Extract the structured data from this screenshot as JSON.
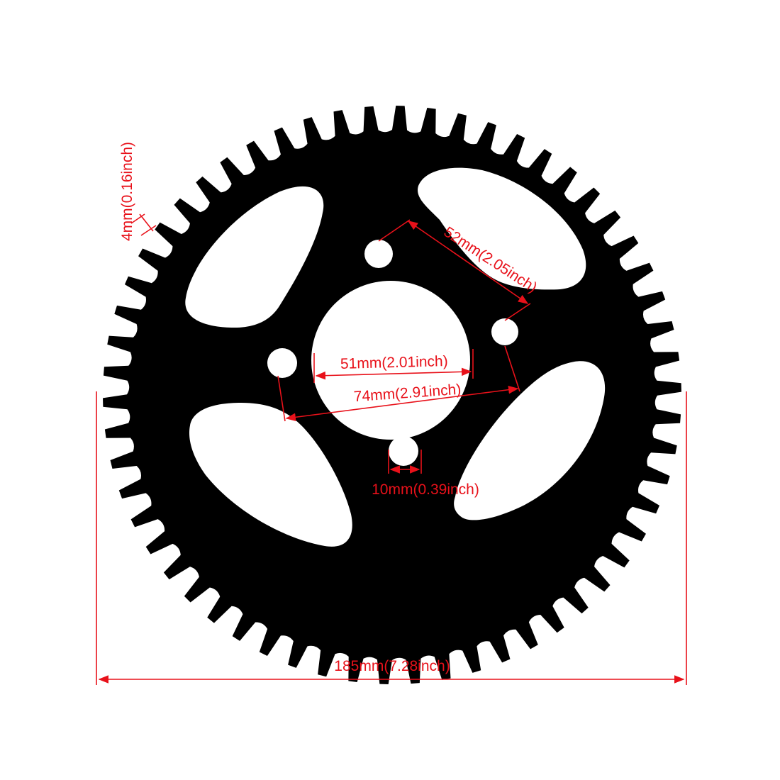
{
  "colors": {
    "background": "#ffffff",
    "sprocket": "#000000",
    "dimension": "#e8111a"
  },
  "sprocket": {
    "teeth": 58
  },
  "dimensions": {
    "tooth_thickness": "4mm(0.16inch)",
    "bolt_spacing": "52mm(2.05inch)",
    "center_bore": "51mm(2.01inch)",
    "bolt_circle": "74mm(2.91inch)",
    "bolt_hole": "10mm(0.39inch)",
    "outer_diameter": "185mm(7.28inch)"
  }
}
